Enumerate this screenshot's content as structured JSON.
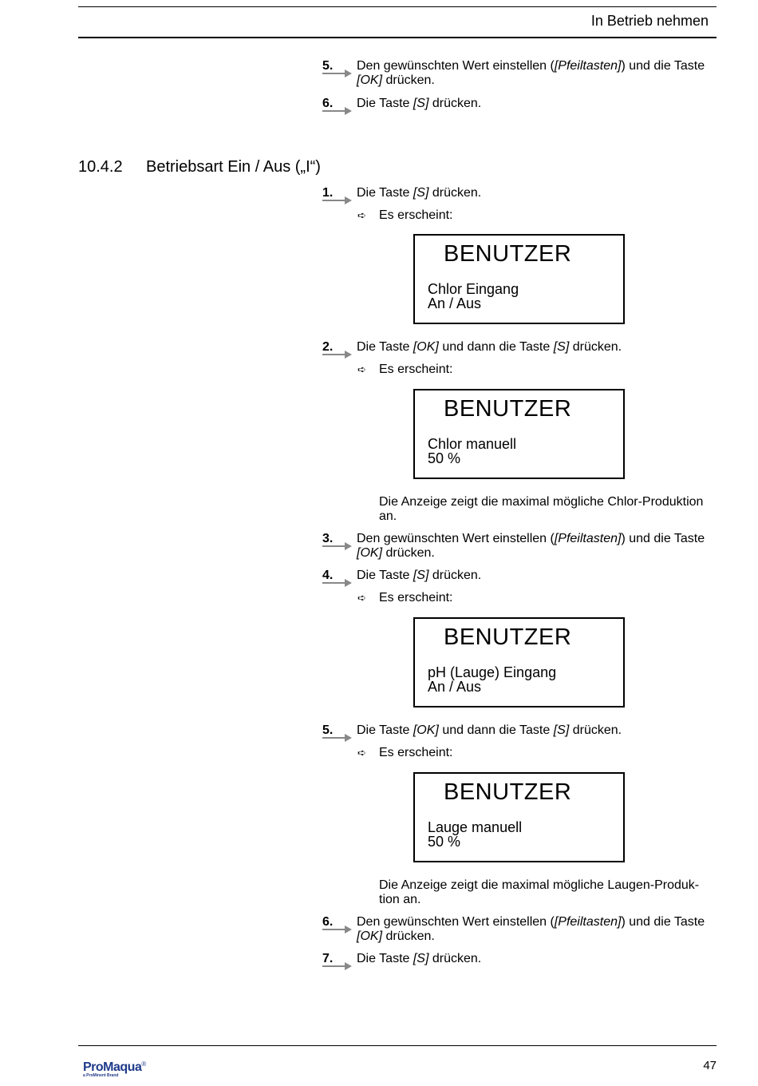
{
  "header": {
    "title": "In Betrieb nehmen"
  },
  "top_steps": [
    {
      "num": "5.",
      "text_parts": [
        "Den gewünschten Wert einstellen (",
        "[Pfeiltasten]",
        ") und die Taste ",
        "[OK]",
        " drücken."
      ]
    },
    {
      "num": "6.",
      "text_parts": [
        "Die Taste ",
        "[S]",
        " drücken."
      ]
    }
  ],
  "section": {
    "number": "10.4.2",
    "title": "Betriebsart Ein / Aus („I“)"
  },
  "result_label": "Es erscheint:",
  "icons": {
    "step_arrow": "step-arrow-icon",
    "result_arrow": "result-arrow-icon"
  },
  "steps": [
    {
      "num": "1.",
      "text_parts": [
        "Die Taste ",
        "[S]",
        " drücken."
      ]
    },
    {
      "num": "2.",
      "text_parts": [
        "Die Taste ",
        "[OK]",
        " und dann die Taste ",
        "[S]",
        " drücken."
      ]
    },
    {
      "num": "3.",
      "text_parts": [
        "Den gewünschten Wert einstellen (",
        "[Pfeiltasten]",
        ") und die Taste ",
        "[OK]",
        " drücken."
      ]
    },
    {
      "num": "4.",
      "text_parts": [
        "Die Taste ",
        "[S]",
        " drücken."
      ]
    },
    {
      "num": "5.",
      "text_parts": [
        "Die Taste ",
        "[OK]",
        " und dann die Taste ",
        "[S]",
        " drücken."
      ]
    },
    {
      "num": "6.",
      "text_parts": [
        "Den gewünschten Wert einstellen (",
        "[Pfeiltasten]",
        ") und die Taste ",
        "[OK]",
        " drücken."
      ]
    },
    {
      "num": "7.",
      "text_parts": [
        "Die Taste ",
        "[S]",
        " drücken."
      ]
    }
  ],
  "displays": [
    {
      "title": "BENUTZER",
      "line1": "Chlor Eingang",
      "line2": "An / Aus"
    },
    {
      "title": "BENUTZER",
      "line1": "Chlor manuell",
      "line2": "50 %"
    },
    {
      "title": "BENUTZER",
      "line1": "pH (Lauge) Eingang",
      "line2": "An / Aus"
    },
    {
      "title": "BENUTZER",
      "line1": "Lauge manuell",
      "line2": "50 %"
    }
  ],
  "notes": [
    {
      "line1": "Die Anzeige zeigt die maximal mögliche Chlor-Produktion",
      "line2": "an."
    },
    {
      "line1": "Die Anzeige zeigt die maximal mögliche Laugen-Produk-",
      "line2": "tion an."
    }
  ],
  "footer": {
    "logo_text": "ProMaqua",
    "logo_reg": "®",
    "logo_sub": "a ProMinent Brand",
    "page_number": "47"
  }
}
